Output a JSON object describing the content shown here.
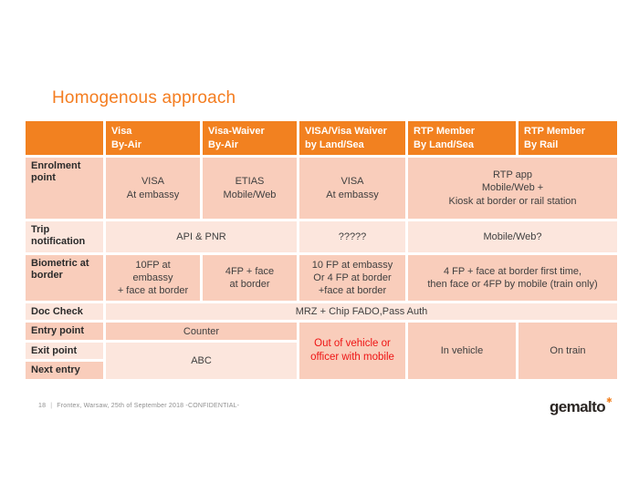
{
  "slide": {
    "title": "Homogenous approach"
  },
  "colors": {
    "accent_orange": "#f28120",
    "title_orange": "#f47d20",
    "row_band_dark": "#f9cdbb",
    "row_band_light": "#fce6dd",
    "alert_red": "#ee1414",
    "cell_text": "#3f3f3f",
    "footer_gray": "#8f8f8f",
    "logo_black": "#2b2623"
  },
  "table": {
    "columns": [
      "",
      "Visa\nBy-Air",
      "Visa-Waiver\nBy-Air",
      "VISA/Visa Waiver\nby Land/Sea",
      "RTP Member\nBy Land/Sea",
      "RTP Member\nBy Rail"
    ],
    "rows": [
      {
        "label": "Enrolment point",
        "cells": [
          {
            "text": "VISA\nAt embassy"
          },
          {
            "text": "ETIAS\nMobile/Web"
          },
          {
            "text": "VISA\nAt embassy"
          },
          {
            "text": "RTP app\nMobile/Web +\nKiosk at border or rail station"
          }
        ]
      },
      {
        "label": "Trip notification",
        "cells": [
          {
            "text": "API & PNR"
          },
          {
            "text": "?????"
          },
          {
            "text": "Mobile/Web?"
          }
        ]
      },
      {
        "label": "Biometric at border",
        "cells": [
          {
            "text": "10FP at\nembassy\n+ face at border"
          },
          {
            "text": "4FP + face\nat border"
          },
          {
            "text": "10 FP at embassy\nOr 4 FP at border\n+face at border"
          },
          {
            "text": "4 FP + face at border first time,\nthen face or 4FP by mobile (train only)"
          }
        ]
      },
      {
        "label": "Doc Check",
        "cells": [
          {
            "text": "MRZ + Chip FADO,Pass Auth"
          }
        ]
      },
      {
        "label": "Entry point",
        "cells": [
          {
            "text": "Counter"
          },
          {
            "text": "Out of vehicle or\nofficer with mobile",
            "emphasis": "red"
          },
          {
            "text": "In vehicle"
          },
          {
            "text": "On train"
          }
        ]
      },
      {
        "label": "Exit point",
        "cells": [
          {
            "text": "ABC"
          }
        ]
      },
      {
        "label": "Next entry",
        "cells": []
      }
    ]
  },
  "footer": {
    "page": "18",
    "separator": "|",
    "text": "Frontex, Warsaw, 25th of September 2018  -CONFIDENTIAL-"
  },
  "logo": {
    "text": "gemalto",
    "mark": "✱"
  }
}
